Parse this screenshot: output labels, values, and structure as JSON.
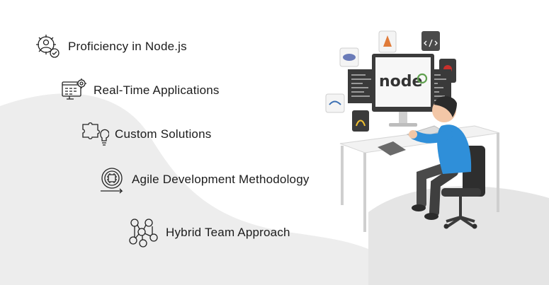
{
  "features": [
    {
      "label": "Proficiency in Node.js",
      "icon": "gear-user-check-icon"
    },
    {
      "label": "Real-Time Applications",
      "icon": "realtime-dashboard-icon"
    },
    {
      "label": "Custom Solutions",
      "icon": "puzzle-bulb-icon"
    },
    {
      "label": "Agile Development Methodology",
      "icon": "agile-cycle-icon"
    },
    {
      "label": "Hybrid Team Approach",
      "icon": "team-network-icon"
    }
  ],
  "illustration": {
    "screen_logo": "node",
    "icon": "developer-at-desk-illustration"
  },
  "colors": {
    "text": "#1c1c1c",
    "background_wave": "#ededed",
    "node_green": "#5fa04e",
    "shirt_blue": "#2f8fd9"
  }
}
